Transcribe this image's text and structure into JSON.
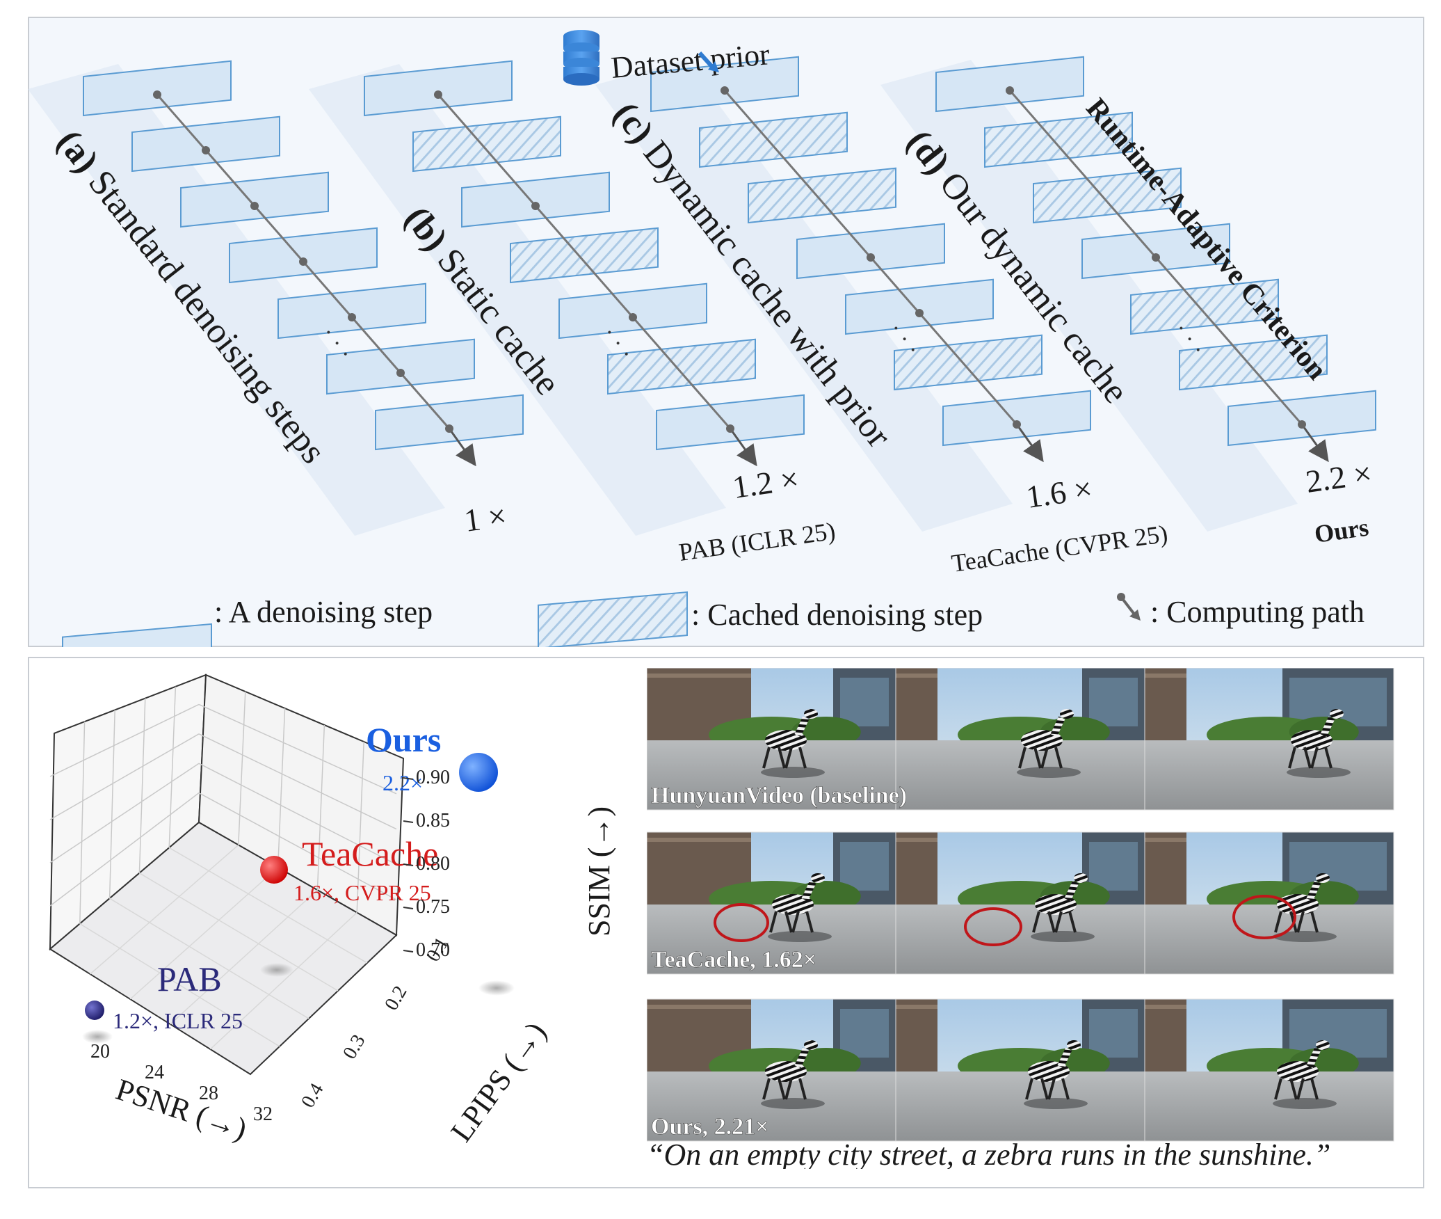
{
  "dataset_prior": "Dataset prior",
  "columns": [
    {
      "label": "(a) Standard denoising steps",
      "speedup": "1 ×",
      "method": ""
    },
    {
      "label": "(b) Static cache",
      "speedup": "",
      "method": ""
    },
    {
      "label": "(c) Dynamic cache with prior",
      "speedup": "1.2 ×",
      "method": "PAB (ICLR 25)"
    },
    {
      "label": "(d) Our dynamic cache",
      "speedup": "1.6 ×",
      "method": "TeaCache (CVPR 25)"
    },
    {
      "label": "Runtime-Adaptive Criterion",
      "speedup": "2.2 ×",
      "method": "Ours"
    }
  ],
  "legend": {
    "step": ": A denoising step",
    "cached": ": Cached denoising step",
    "path": ": Computing path"
  },
  "ellipsis": "· · ·",
  "scatter3d": {
    "x_ticks": [
      "20",
      "24",
      "28",
      "32"
    ],
    "y_ticks": [
      "0.4",
      "0.3",
      "0.2",
      "0.1"
    ],
    "z_ticks": [
      "0.90",
      "0.85",
      "0.80",
      "0.75",
      "0.70"
    ],
    "x_label": "PSNR (→)",
    "y_label": "LPIPS (→)",
    "z_label": "SSIM (→)",
    "points": [
      {
        "name": "Ours",
        "note": "2.2×",
        "color": "#1a5fe0"
      },
      {
        "name": "TeaCache",
        "note": "1.6×, CVPR 25",
        "color": "#d41c1c"
      },
      {
        "name": "PAB",
        "note": "1.2×, ICLR 25",
        "color": "#2b2a7a"
      }
    ]
  },
  "video_rows": [
    {
      "label": "HunyuanVideo (baseline)"
    },
    {
      "label": "TeaCache, 1.62×"
    },
    {
      "label": "Ours, 2.21×"
    }
  ],
  "caption": "“On an empty city street, a zebra runs in the sunshine.”"
}
